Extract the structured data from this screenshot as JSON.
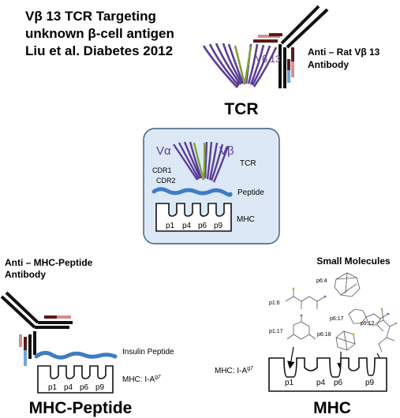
{
  "header": {
    "title_line1": "Vβ 13 TCR Targeting",
    "title_line2": "unknown β-cell antigen",
    "title_line3": "Liu et al. Diabetes 2012"
  },
  "top_tcr": {
    "vbeta_label": "Vβ 13",
    "antibody_line1": "Anti – Rat Vβ 13",
    "antibody_line2": "Antibody",
    "caption": "TCR"
  },
  "center_panel": {
    "valpha": "Vα",
    "vbeta": "Vβ",
    "tcr": "TCR",
    "cdr1": "CDR1",
    "cdr2": "CDR2",
    "peptide": "Peptide",
    "mhc": "MHC",
    "pockets": [
      "p1",
      "p4",
      "p6",
      "p9"
    ]
  },
  "mhc_peptide": {
    "antibody_line1": "Anti – MHC-Peptide",
    "antibody_line2": "Antibody",
    "insulin_peptide": "Insulin Peptide",
    "mhc_label_prefix": "MHC: I-A",
    "mhc_label_sup": "g7",
    "pockets": [
      "p1",
      "p4",
      "p6",
      "p9"
    ],
    "caption": "MHC-Peptide"
  },
  "small_molecules": {
    "heading": "Small Molecules",
    "labels": [
      "p6:4",
      "p1:6",
      "p6:17",
      "p1:17",
      "p6:18",
      "p9:12"
    ],
    "mhc_label_prefix": "MHC: I-A",
    "mhc_label_sup": "g7",
    "pockets": [
      "p1",
      "p4",
      "p6",
      "p9"
    ],
    "caption": "MHC"
  },
  "colors": {
    "purple": "#5b3d96",
    "green": "#7fa23a",
    "blue_peptide": "#3e7cc4",
    "panel_fill": "#dce8f5",
    "panel_stroke": "#3b5a80",
    "antibody": "#111111",
    "dark_red": "#5a1a1a",
    "pink": "#d98c8c",
    "light_blue": "#6ea5d8"
  }
}
